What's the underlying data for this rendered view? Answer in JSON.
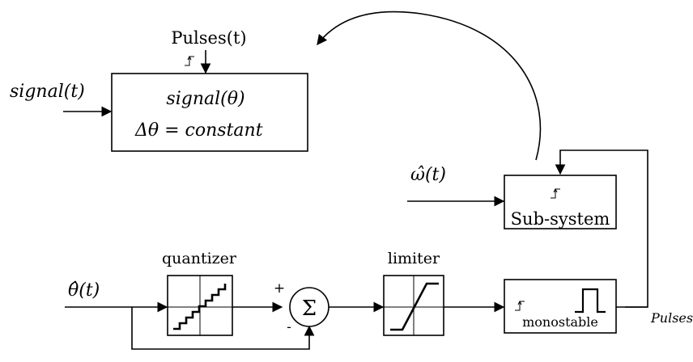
{
  "top_block": {
    "pulses_input_label": "Pulses(t)",
    "signal_input_label": "signal(t)",
    "line1": "signal(θ)",
    "line2": "Δθ = constant"
  },
  "subsystem": {
    "omega_label": "ω̂(t)",
    "label": "Sub-system"
  },
  "bottom_chain": {
    "theta_label": "θ̂(t)",
    "quantizer_label": "quantizer",
    "sum_symbol": "Σ",
    "plus_sign": "+",
    "minus_sign": "-",
    "limiter_label": "limiter",
    "monostable_label": "monostable",
    "output_label": "Pulses"
  }
}
